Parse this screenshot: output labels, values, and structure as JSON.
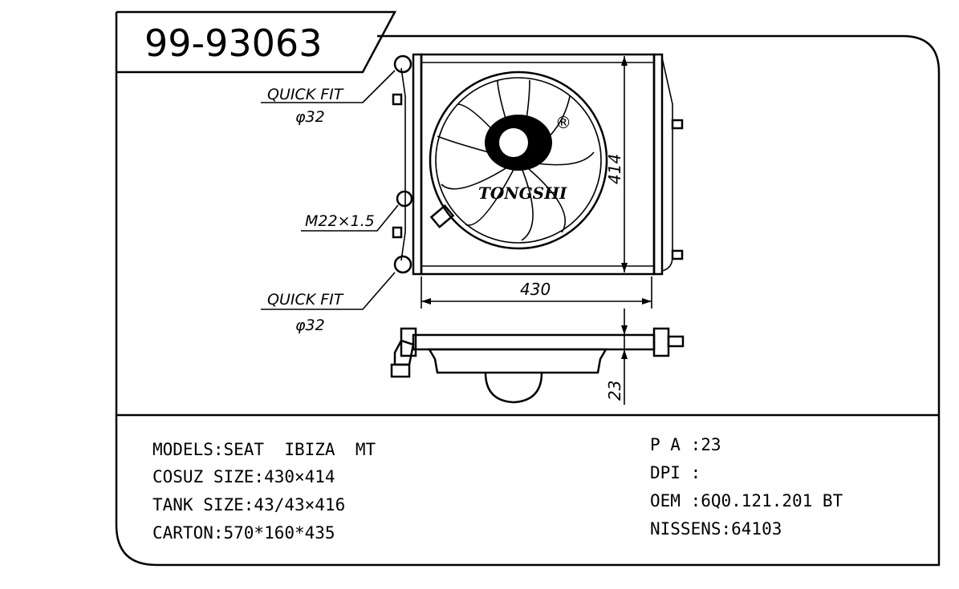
{
  "part_number": "99-93063",
  "callouts": {
    "inlet_label": "QUICK FIT",
    "inlet_size": "φ32",
    "sensor_label": "M22×1.5",
    "outlet_label": "QUICK FIT",
    "outlet_size": "φ32"
  },
  "dimensions": {
    "height": "414",
    "width": "430",
    "thickness": "23"
  },
  "logo": {
    "text": "TONGSHI",
    "registered": "®"
  },
  "specs_left": [
    "MODELS:SEAT  IBIZA  MT",
    "COSUZ SIZE:430×414",
    "TANK SIZE:43/43×416",
    "CARTON:570*160*435"
  ],
  "specs_right": [
    "P A :23",
    "DPI :",
    "OEM :6Q0.121.201 BT",
    "NISSENS:64103"
  ]
}
